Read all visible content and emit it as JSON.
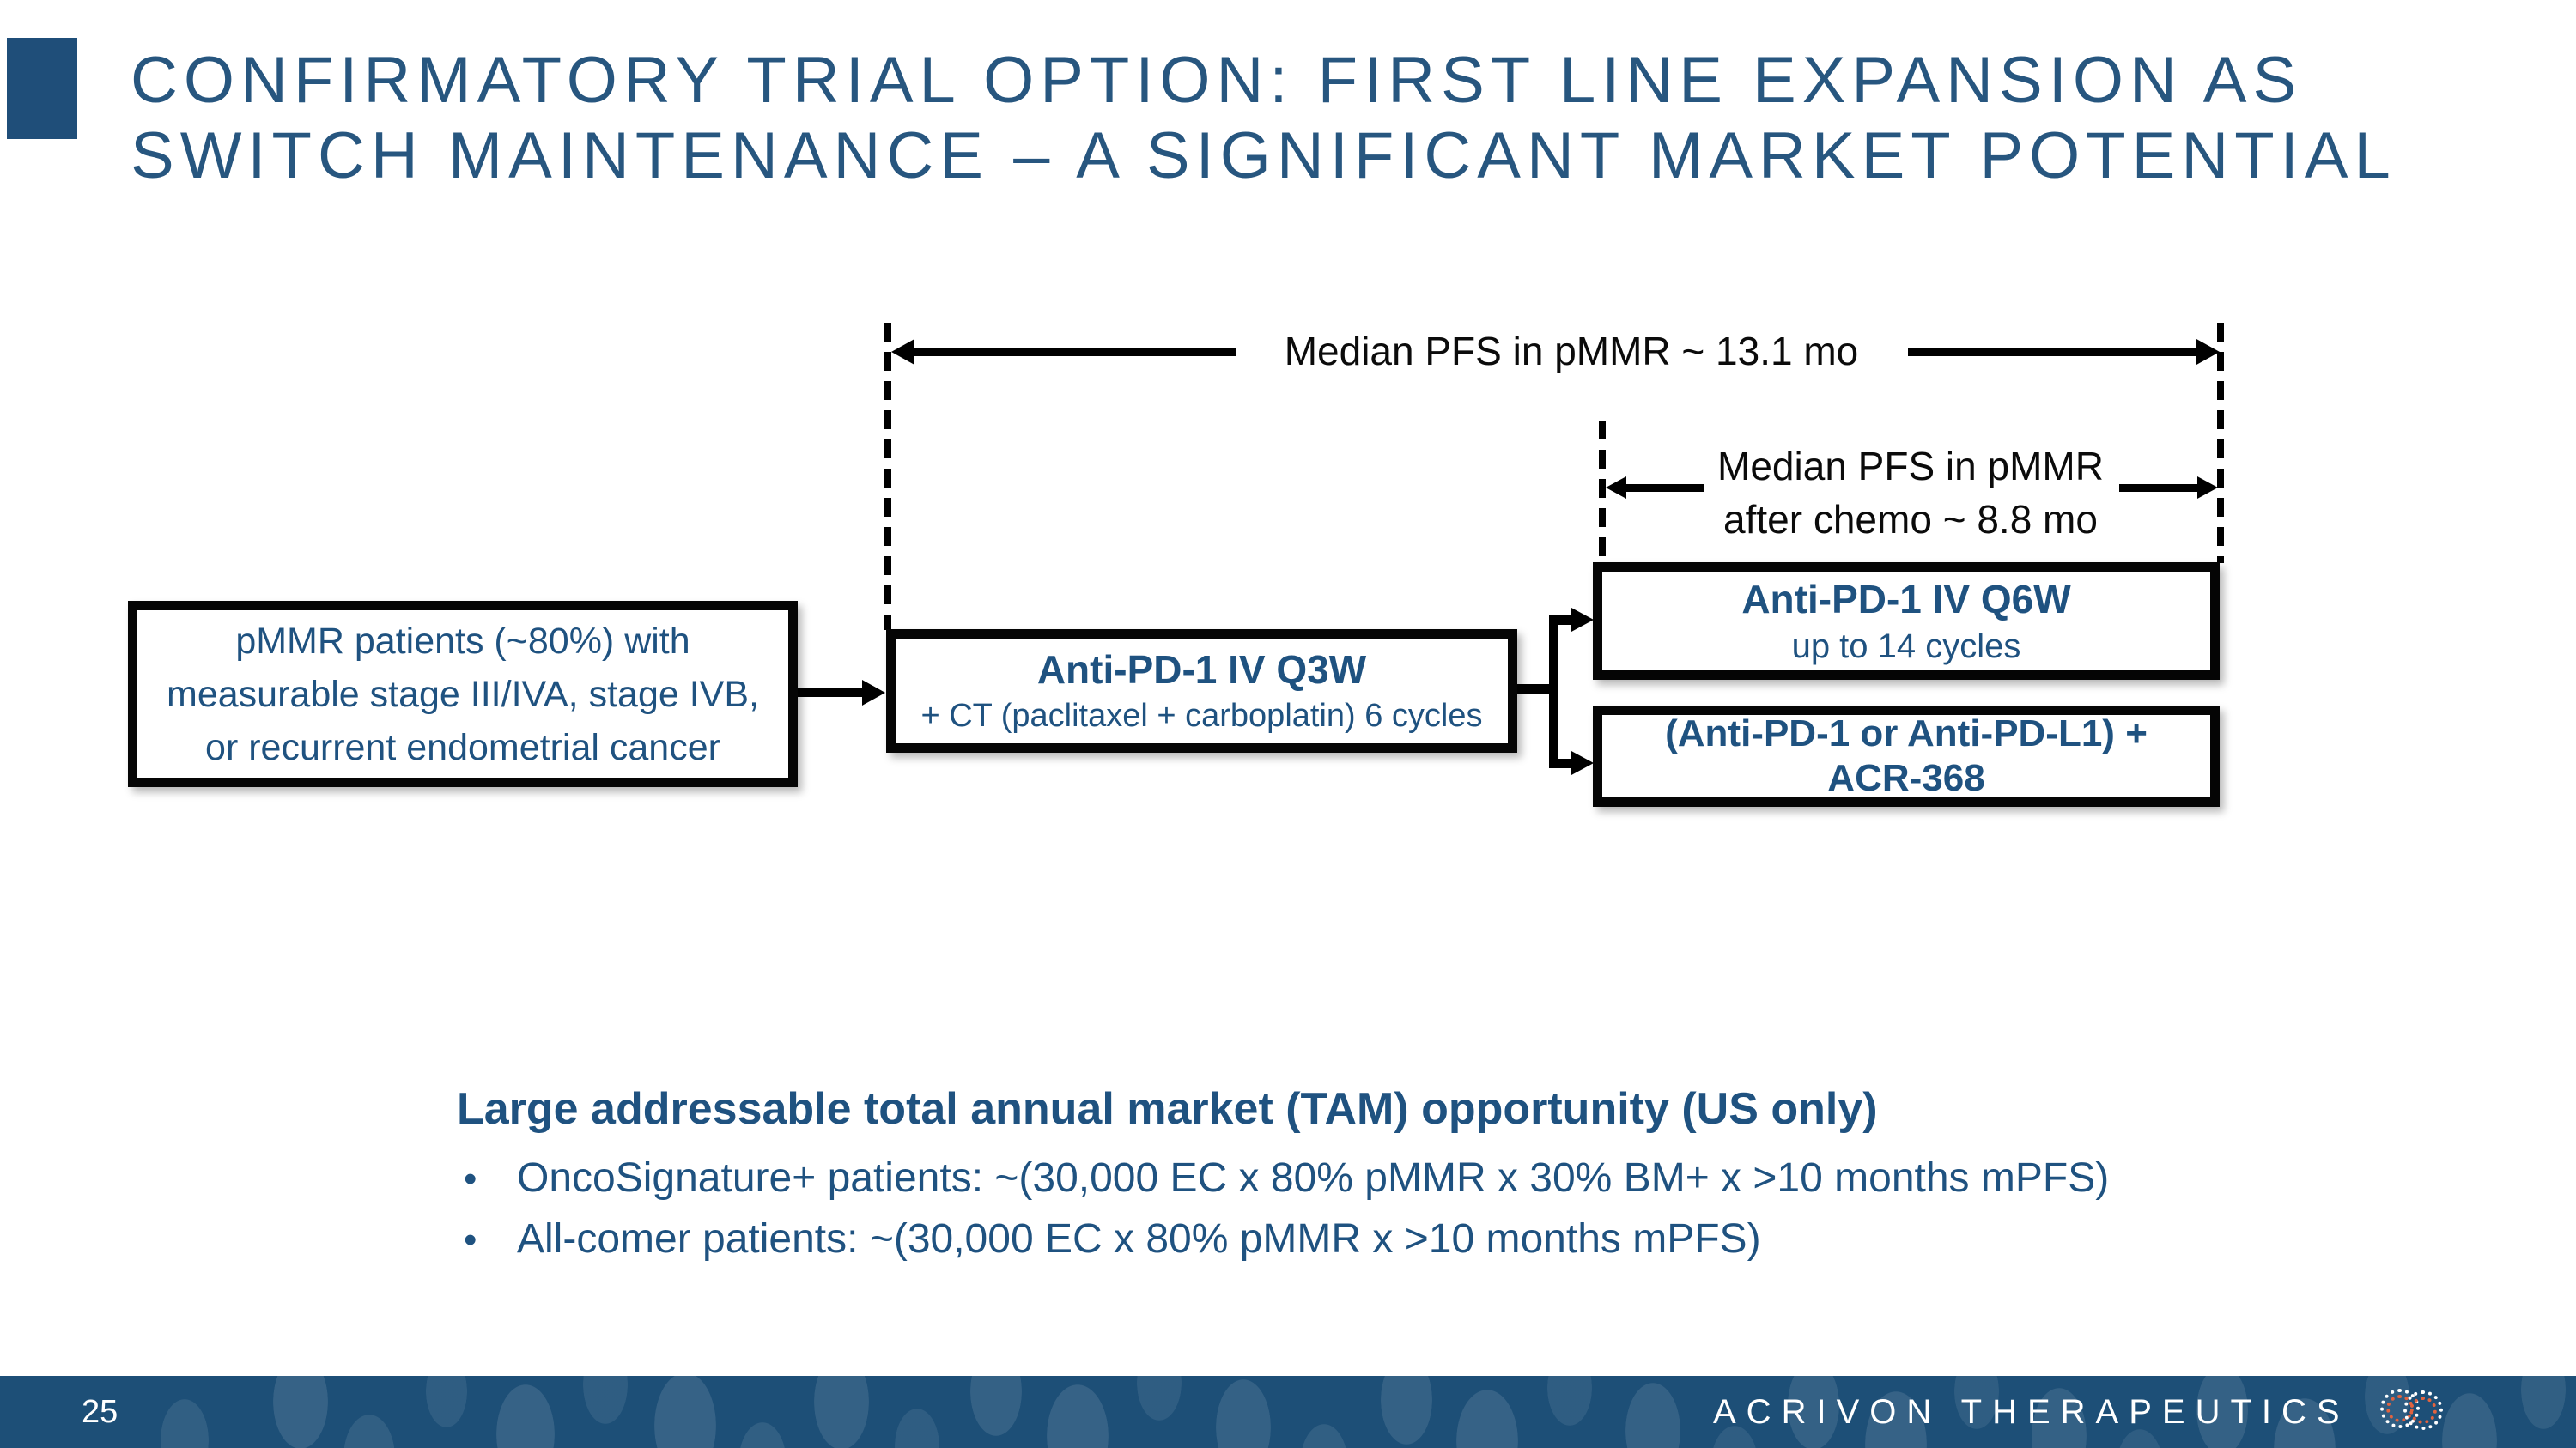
{
  "slide": {
    "title": {
      "line1": "CONFIRMATORY TRIAL OPTION: FIRST LINE EXPANSION AS",
      "line2": "SWITCH MAINTENANCE – A SIGNIFICANT MARKET POTENTIAL"
    },
    "diagram": {
      "median_pfs_top": "Median PFS in pMMR ~ 13.1 mo",
      "median_pfs_chemo": {
        "line1": "Median PFS in pMMR",
        "line2": "after chemo ~ 8.8 mo"
      },
      "patients_box": {
        "line1": "pMMR patients (~80%) with",
        "line2": "measurable stage III/IVA, stage IVB,",
        "line3": "or recurrent endometrial cancer"
      },
      "induction_box": {
        "title": "Anti-PD-1 IV Q3W",
        "subtitle": "+ CT (paclitaxel + carboplatin) 6 cycles"
      },
      "maintenance_box_top": {
        "title": "Anti-PD-1 IV Q6W",
        "subtitle": "up to 14 cycles"
      },
      "maintenance_box_bottom": {
        "line1": "(Anti-PD-1 or Anti-PD-L1) +",
        "line2": "ACR-368"
      }
    },
    "tam": {
      "heading": "Large addressable total annual market (TAM) opportunity (US only)",
      "bullets": [
        "OncoSignature+ patients: ~(30,000 EC x 80% pMMR x 30% BM+ x >10 months mPFS)",
        "All-comer patients: ~(30,000 EC x 80% pMMR x >10 months mPFS)"
      ]
    },
    "footer": {
      "page_number": "25",
      "brand": "ACRIVON THERAPEUTICS"
    },
    "colors": {
      "accent_blue": "#1F4E79",
      "text_blue": "#1F5280",
      "footer_blue": "#1D4F77",
      "logo_orange": "#E2633F",
      "arrow_black": "#000000"
    }
  }
}
